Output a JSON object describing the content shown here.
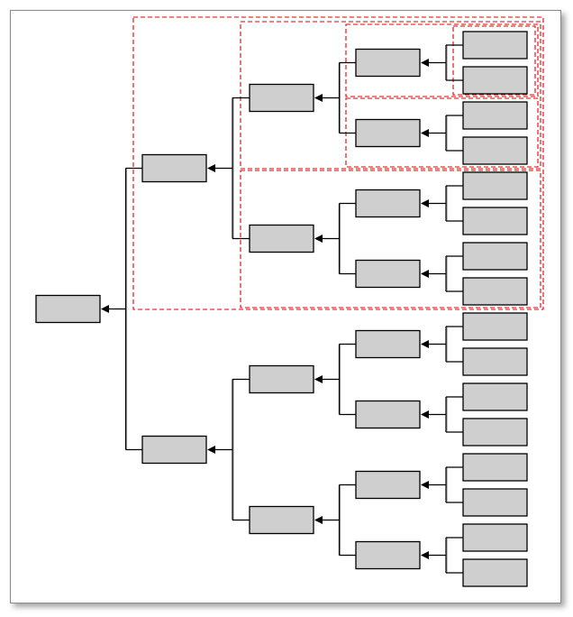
{
  "diagram": {
    "type": "tree",
    "orientation": "right-to-left",
    "node_fill": "#d0cfd0",
    "node_border": "#000000",
    "group_border": "#e00000",
    "root": {
      "id": "n0",
      "label": "",
      "children": [
        {
          "id": "n1a",
          "label": "",
          "children": [
            {
              "id": "n2a",
              "label": "",
              "children": [
                {
                  "id": "n3a",
                  "label": "",
                  "children": [
                    {
                      "id": "n4a",
                      "label": ""
                    },
                    {
                      "id": "n4b",
                      "label": ""
                    }
                  ]
                },
                {
                  "id": "n3b",
                  "label": "",
                  "children": [
                    {
                      "id": "n4c",
                      "label": ""
                    },
                    {
                      "id": "n4d",
                      "label": ""
                    }
                  ]
                }
              ]
            },
            {
              "id": "n2b",
              "label": "",
              "children": [
                {
                  "id": "n3c",
                  "label": "",
                  "children": [
                    {
                      "id": "n4e",
                      "label": ""
                    },
                    {
                      "id": "n4f",
                      "label": ""
                    }
                  ]
                },
                {
                  "id": "n3d",
                  "label": "",
                  "children": [
                    {
                      "id": "n4g",
                      "label": ""
                    },
                    {
                      "id": "n4h",
                      "label": ""
                    }
                  ]
                }
              ]
            }
          ]
        },
        {
          "id": "n1b",
          "label": "",
          "children": [
            {
              "id": "n2c",
              "label": "",
              "children": [
                {
                  "id": "n3e",
                  "label": "",
                  "children": [
                    {
                      "id": "n4i",
                      "label": ""
                    },
                    {
                      "id": "n4j",
                      "label": ""
                    }
                  ]
                },
                {
                  "id": "n3f",
                  "label": "",
                  "children": [
                    {
                      "id": "n4k",
                      "label": ""
                    },
                    {
                      "id": "n4l",
                      "label": ""
                    }
                  ]
                }
              ]
            },
            {
              "id": "n2d",
              "label": "",
              "children": [
                {
                  "id": "n3g",
                  "label": "",
                  "children": [
                    {
                      "id": "n4m",
                      "label": ""
                    },
                    {
                      "id": "n4n",
                      "label": ""
                    }
                  ]
                },
                {
                  "id": "n3h",
                  "label": "",
                  "children": [
                    {
                      "id": "n4o",
                      "label": ""
                    },
                    {
                      "id": "n4p",
                      "label": ""
                    }
                  ]
                }
              ]
            }
          ]
        }
      ]
    },
    "highlight_groups": [
      {
        "name": "group-subtree-n1a",
        "root": "n1a"
      },
      {
        "name": "group-subtree-n2a",
        "root": "n2a"
      },
      {
        "name": "group-subtree-n2b",
        "root": "n2b"
      },
      {
        "name": "group-subtree-n3a",
        "root": "n3a"
      },
      {
        "name": "group-subtree-n3b",
        "root": "n3b"
      },
      {
        "name": "group-leaves-n3a",
        "root": "n3a",
        "leaves_only": true
      }
    ]
  }
}
